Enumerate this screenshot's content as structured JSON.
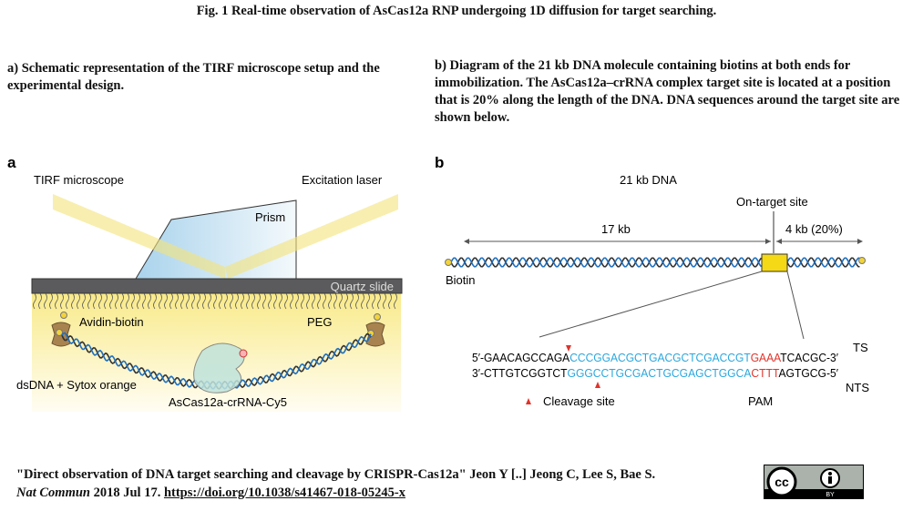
{
  "title": "Fig. 1 Real-time observation of AsCas12a RNP undergoing 1D diffusion for target searching.",
  "captions": {
    "a": "a) Schematic representation of the TIRF microscope setup and the experimental design.",
    "b": "b) Diagram of the 21 kb DNA molecule containing biotins at both ends for immobilization. The AsCas12a–crRNA complex target site is located at a position that is 20% along the length of the DNA. DNA sequences around the target site are shown below."
  },
  "panel_a": {
    "letter": "a",
    "tirf": "TIRF microscope",
    "laser": "Excitation laser",
    "prism": "Prism",
    "slide": "Quartz slide",
    "avidin": "Avidin-biotin",
    "peg": "PEG",
    "dsdna": "dsDNA + Sytox orange",
    "cas": "AsCas12a-crRNA-Cy5"
  },
  "panel_b": {
    "letter": "b",
    "dna": "21 kb DNA",
    "ontarget": "On-target site",
    "left_len": "17 kb",
    "right_len": "4 kb (20%)",
    "biotin": "Biotin",
    "ts": {
      "p1": "5′-GAACAGCCAGA",
      "p2": "CCCGGACGCTGACGCTCGACCGT",
      "p3": "GAAA",
      "p4": "TCACGC-3′"
    },
    "nts": {
      "p1": "3′-CTTGTCGGTCT",
      "p2": "GGGCCTGCGACTGCGAGCTGGCA",
      "p3": "CTTT",
      "p4": "AGTGCG-5′"
    },
    "ts_label": "TS",
    "nts_label": "NTS",
    "cleavage": "Cleavage site",
    "pam": "PAM"
  },
  "citation": {
    "line1": "\"Direct observation of DNA target searching and cleavage by CRISPR-Cas12a\" Jeon Y [..] Jeong C, Lee S, Bae S.",
    "journal": "Nat Commun",
    "date": " 2018 Jul 17. ",
    "doi": "https://doi.org/10.1038/s41467-018-05245-x"
  },
  "license": {
    "cc": "cc",
    "by": "BY"
  },
  "colors": {
    "blue": "#2aa7de",
    "red": "#e0342b",
    "beam": "#f7ec9a",
    "slide": "#5b5b5d"
  }
}
